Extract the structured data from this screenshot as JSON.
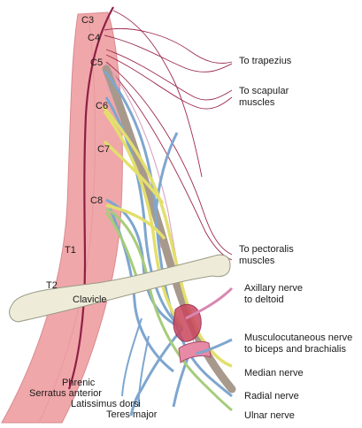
{
  "segments": {
    "c3": "C3",
    "c4": "C4",
    "c5": "C5",
    "c6": "C6",
    "c7": "C7",
    "c8": "C8",
    "t1": "T1",
    "t2": "T2"
  },
  "bone": {
    "clavicle": "Clavicle"
  },
  "labels": {
    "to_trapezius": "To trapezius",
    "to_scapular_1": "To scapular",
    "to_scapular_2": "muscles",
    "to_pectoralis_1": "To pectoralis",
    "to_pectoralis_2": "muscles",
    "axillary_1": "Axillary nerve",
    "axillary_2": "to deltoid",
    "musculocutaneous_1": "Musculocutaneous nerve",
    "musculocutaneous_2": "to biceps and brachialis",
    "median": "Median nerve",
    "radial": "Radial nerve",
    "ulnar": "Ulnar nerve",
    "phrenic": "Phrenic",
    "serratus": "Serratus anterior",
    "latissimus": "Latissimus dorsi",
    "teres": "Teres major"
  },
  "colors": {
    "spine": "#f0a7aa",
    "spine_edge": "#d98a90",
    "cord": "#8e1f45",
    "nerve_red": "#9c2a4f",
    "nerve_blue": "#7ea6cf",
    "nerve_yellow": "#e3df6c",
    "nerve_green": "#a6cc7a",
    "nerve_gray": "#a8998d",
    "nerve_pink": "#d9a3c3",
    "clavicle": "#eeecd8",
    "clavicle_edge": "#9a9a86"
  }
}
